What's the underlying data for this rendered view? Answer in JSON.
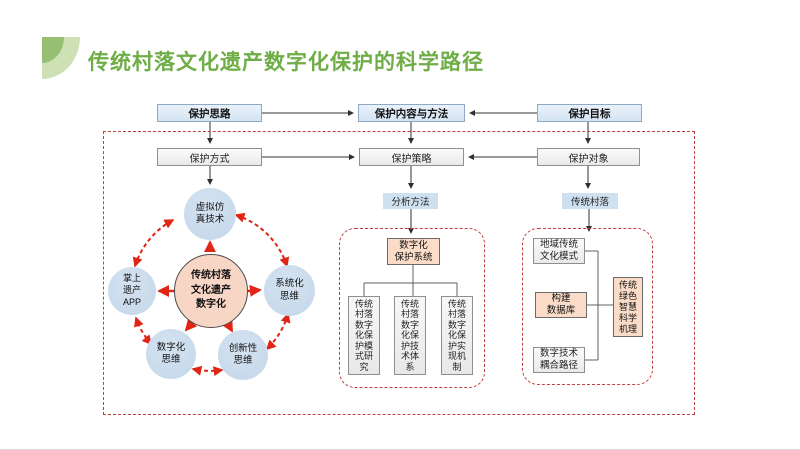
{
  "title": "传统村落文化遗产数字化保护的科学路径",
  "decor": {
    "leaf_icon": "quarter-circle-leaf"
  },
  "colors": {
    "title_green": "#6fad47",
    "leaf_light": "#cde1b5",
    "leaf_dark": "#95bf72",
    "dashed_red": "#bf4040",
    "cycle_arrow_red": "#e02415",
    "box_blue_fill": "#d4e4f3",
    "label_blue_fill": "#cfe0f0",
    "box_gray_fill": "#efefef",
    "box_pink_fill": "#fadcc9",
    "circle_blue_fill": "#c6d9eb",
    "center_pink_fill": "#f8d6c6"
  },
  "flow": {
    "row1": [
      {
        "label": "保护思路"
      },
      {
        "label": "保护内容与方法"
      },
      {
        "label": "保护目标"
      }
    ],
    "row2": [
      {
        "label": "保护方式"
      },
      {
        "label": "保护策略"
      },
      {
        "label": "保护对象"
      }
    ],
    "section_labels": [
      {
        "label": "分析方法"
      },
      {
        "label": "传统村落"
      }
    ]
  },
  "cycle": {
    "center": "传统村落\n文化遗产\n数字化",
    "satellites": [
      {
        "label": "虚拟仿\n真技术"
      },
      {
        "label": "系统化\n思维"
      },
      {
        "label": "创新性\n思维"
      },
      {
        "label": "数字化\n思维"
      },
      {
        "label": "掌上\n遗产\nAPP"
      }
    ]
  },
  "analysis_system": {
    "root": "数字化\n保护系统",
    "children": [
      {
        "label": "传统村落数字化保护模式研究"
      },
      {
        "label": "传统村落数字化保护技术体系"
      },
      {
        "label": "传统村落数字化保护实现机制"
      }
    ]
  },
  "village_system": {
    "items": [
      {
        "label": "地域传统\n文化模式"
      },
      {
        "label": "构建\n数据库"
      },
      {
        "label": "数字技术\n耦合路径"
      }
    ],
    "outcome": "传统绿色智慧科学机理"
  }
}
